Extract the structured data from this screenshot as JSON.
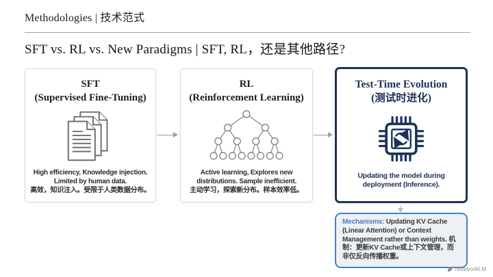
{
  "slide": {
    "header": "Methodologies | 技术范式",
    "title": "SFT vs. RL vs. New Paradigms | SFT, RL，还是其他路径?",
    "watermark": "NotebookLM"
  },
  "boxes": [
    {
      "title": "SFT",
      "subtitle": "(Supervised Fine-Tuning)",
      "icon": "documents-stack-icon",
      "desc_line1": "High efficiency, Knowledge injection.",
      "desc_line2": "Limited by human data.",
      "desc_zh": "高效，知识注入。受限于人类数据分布。"
    },
    {
      "title": "RL",
      "subtitle": "(Reinforcement Learning)",
      "icon": "search-tree-icon",
      "desc_line1": "Active learning, Explores new",
      "desc_line2": "distributions. Sample inefficient.",
      "desc_zh": "主动学习，探索新分布。样本效率低。"
    },
    {
      "title": "Test-Time Evolution",
      "subtitle": "(测试时进化)",
      "icon": "chip-refresh-icon",
      "desc_line1": "Updating the model during",
      "desc_line2": "deployment (Inference)."
    }
  ],
  "callout": {
    "label": "Mechanisms:",
    "text_en": "Updating KV Cache (Linear Attention) or Context Management rather than weights.",
    "text_zh": "机制：更新KV Cache或上下文管理，而非仅反向传播权重。"
  },
  "colors": {
    "navy": "#1c3357",
    "accent_blue": "#4a7fb5",
    "callout_border": "#4a80b8",
    "callout_bg": "#edf1f6",
    "box_border": "#d8d8d8",
    "arrow_gray": "#9e9e9e"
  }
}
